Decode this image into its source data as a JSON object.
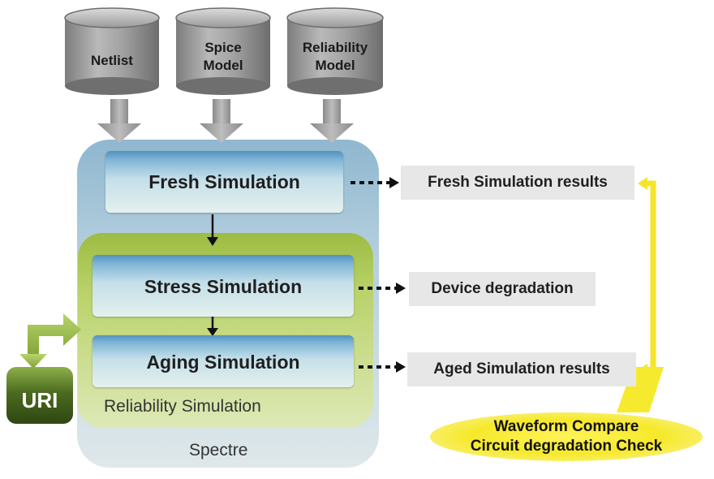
{
  "inputs": [
    {
      "label": "Netlist"
    },
    {
      "label": "Spice\nModel"
    },
    {
      "label": "Reliability\nModel"
    }
  ],
  "simulations": {
    "fresh": "Fresh Simulation",
    "stress": "Stress Simulation",
    "aging": "Aging Simulation"
  },
  "containers": {
    "outer": "Spectre",
    "inner": "Reliability Simulation"
  },
  "uri_label": "URI",
  "results": {
    "fresh": "Fresh Simulation results",
    "device": "Device degradation",
    "aged": "Aged Simulation results"
  },
  "compare": {
    "line1": "Waveform Compare",
    "line2": "Circuit degradation Check"
  },
  "colors": {
    "outer_box": "#b9d3e0",
    "inner_box": "#a8c65a",
    "compare_yellow": "#f6ea2e",
    "uri_green": "#3e5a1c"
  }
}
